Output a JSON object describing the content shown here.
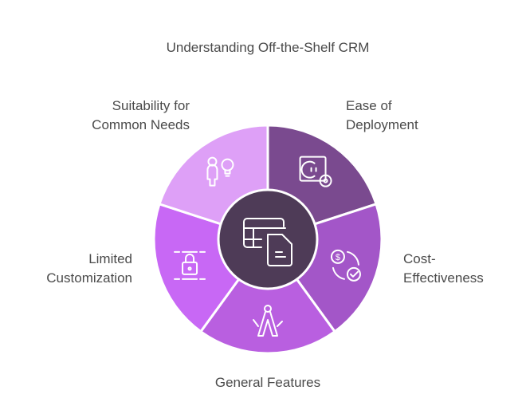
{
  "title": "Understanding Off-the-Shelf CRM",
  "center_color": "#4e3b57",
  "segments": [
    {
      "label_lines": [
        "Ease of",
        "Deployment"
      ],
      "color": "#7a4a8f",
      "icon": "outlet-gear-icon"
    },
    {
      "label_lines": [
        "Cost-",
        "Effectiveness"
      ],
      "color": "#a356c8",
      "icon": "dollar-check-icon"
    },
    {
      "label_lines": [
        "General Features"
      ],
      "color": "#b95fe0",
      "icon": "multitool-icon"
    },
    {
      "label_lines": [
        "Limited",
        "Customization"
      ],
      "color": "#c868f5",
      "icon": "lock-icon"
    },
    {
      "label_lines": [
        "Suitability for",
        "Common Needs"
      ],
      "color": "#dea0f7",
      "icon": "person-lightbulb-icon"
    }
  ]
}
